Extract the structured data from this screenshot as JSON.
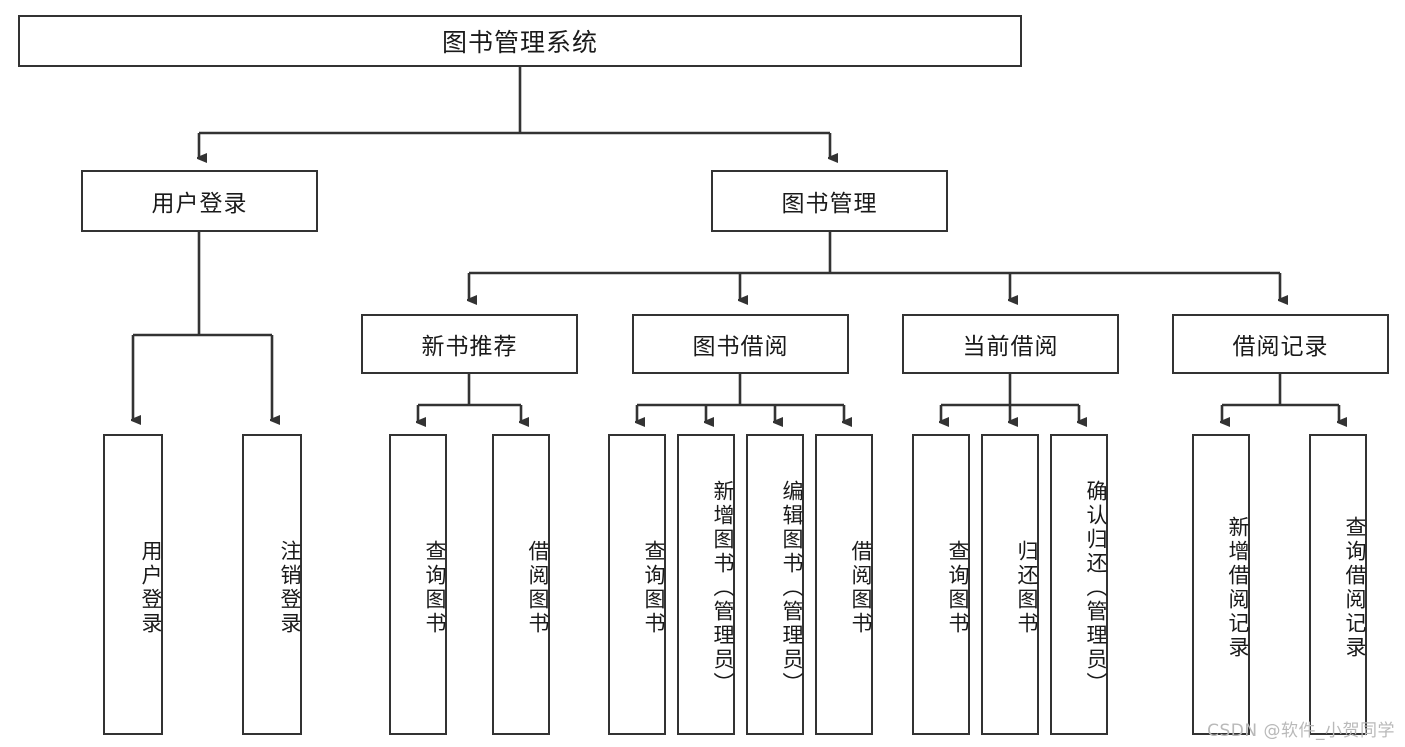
{
  "diagram": {
    "title": "图书管理系统",
    "watermark": "CSDN @软件_小贺同学",
    "colors": {
      "stroke": "#333333",
      "box_fill": "#ffffff",
      "text": "#1a1a1a",
      "background": "#ffffff",
      "watermark": "#b9b9b9"
    },
    "root": {
      "label": "图书管理系统"
    },
    "level2": [
      {
        "label": "用户登录"
      },
      {
        "label": "图书管理"
      }
    ],
    "level3": [
      {
        "label": "新书推荐"
      },
      {
        "label": "图书借阅"
      },
      {
        "label": "当前借阅"
      },
      {
        "label": "借阅记录"
      }
    ],
    "leaves": {
      "user_login": [
        {
          "label": "用户登录"
        },
        {
          "label": "注销登录"
        }
      ],
      "new_book_recommend": [
        {
          "label": "查询图书"
        },
        {
          "label": "借阅图书"
        }
      ],
      "book_borrow": [
        {
          "label": "查询图书"
        },
        {
          "label": "新增图书（管理员）"
        },
        {
          "label": "编辑图书（管理员）"
        },
        {
          "label": "借阅图书"
        }
      ],
      "current_borrow": [
        {
          "label": "查询图书"
        },
        {
          "label": "归还图书"
        },
        {
          "label": "确认归还（管理员）"
        }
      ],
      "borrow_record": [
        {
          "label": "新增借阅记录"
        },
        {
          "label": "查询借阅记录"
        }
      ]
    }
  }
}
